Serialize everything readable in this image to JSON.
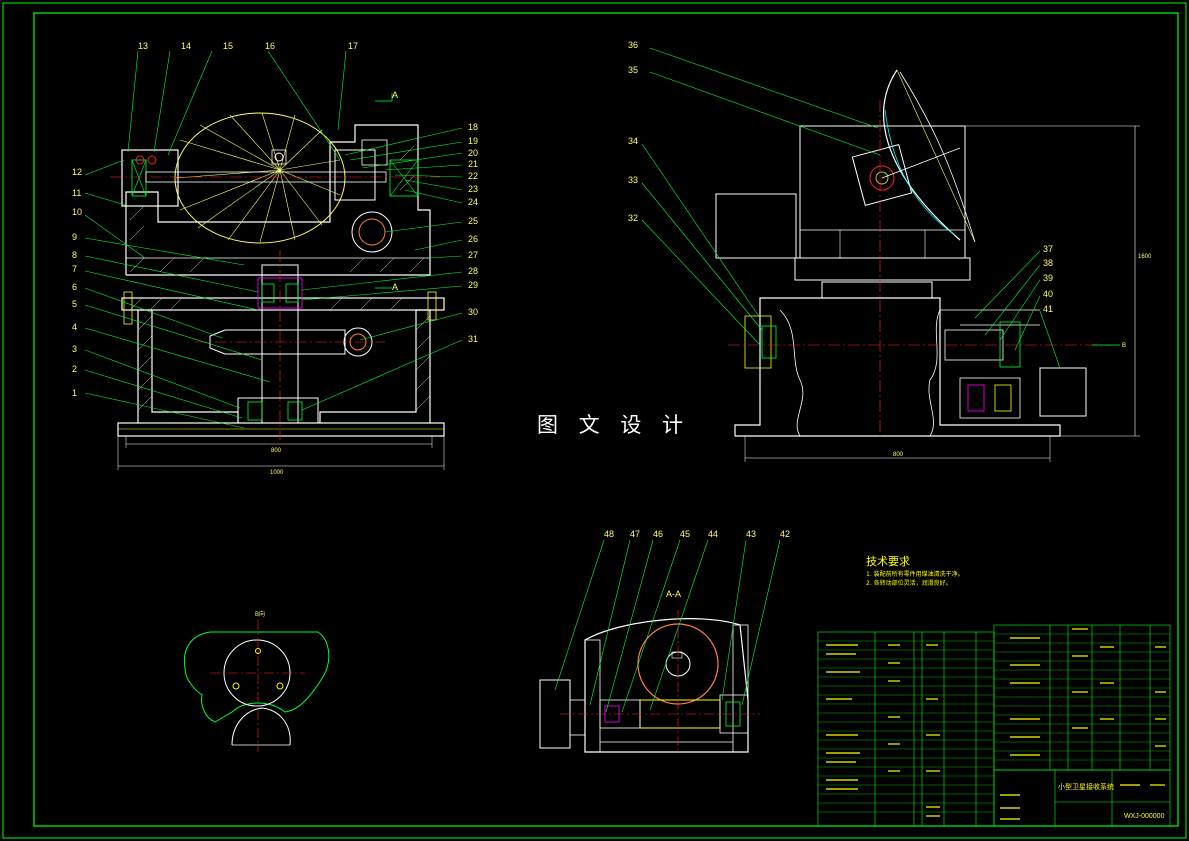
{
  "watermark": "图 文 设 计",
  "colors": {
    "border": "#00ff00",
    "outline": "#ffffff",
    "green": "#00ff33",
    "yellow": "#ffff00",
    "red": "#ff2020",
    "magenta": "#ff00ff",
    "cyan": "#00ffff",
    "orange": "#ff8040",
    "table": "#00ff00"
  },
  "view_labels": {
    "section_aa": "A-A",
    "detail": "B向",
    "arrow_a": "A",
    "arrow_b": "B"
  },
  "front_view": {
    "callouts_top": [
      "13",
      "14",
      "15",
      "16",
      "17"
    ],
    "callouts_left": [
      "12",
      "11",
      "10",
      "9",
      "8",
      "7",
      "6",
      "5",
      "4",
      "3",
      "2",
      "1"
    ],
    "callouts_right": [
      "18",
      "19",
      "20",
      "21",
      "22",
      "23",
      "24",
      "25",
      "26",
      "27",
      "28",
      "29",
      "30",
      "31"
    ],
    "dim_inner": "800",
    "dim_outer": "1000"
  },
  "side_view": {
    "callouts_left": [
      "36",
      "35",
      "34",
      "33",
      "32"
    ],
    "callouts_right": [
      "37",
      "38",
      "39",
      "40",
      "41"
    ],
    "dim_bottom": "800",
    "dim_height": "1600"
  },
  "section_view": {
    "callouts": [
      "48",
      "47",
      "46",
      "45",
      "44",
      "43",
      "42"
    ]
  },
  "tech_requirements": {
    "title": "技术要求",
    "lines": [
      "1. 装配前所有零件用煤油清洗干净。",
      "2. 各转动部位灵活，润滑良好。"
    ]
  },
  "title_block": {
    "title": "小型卫星接收系统",
    "drawing_no": "WXJ-000000"
  }
}
